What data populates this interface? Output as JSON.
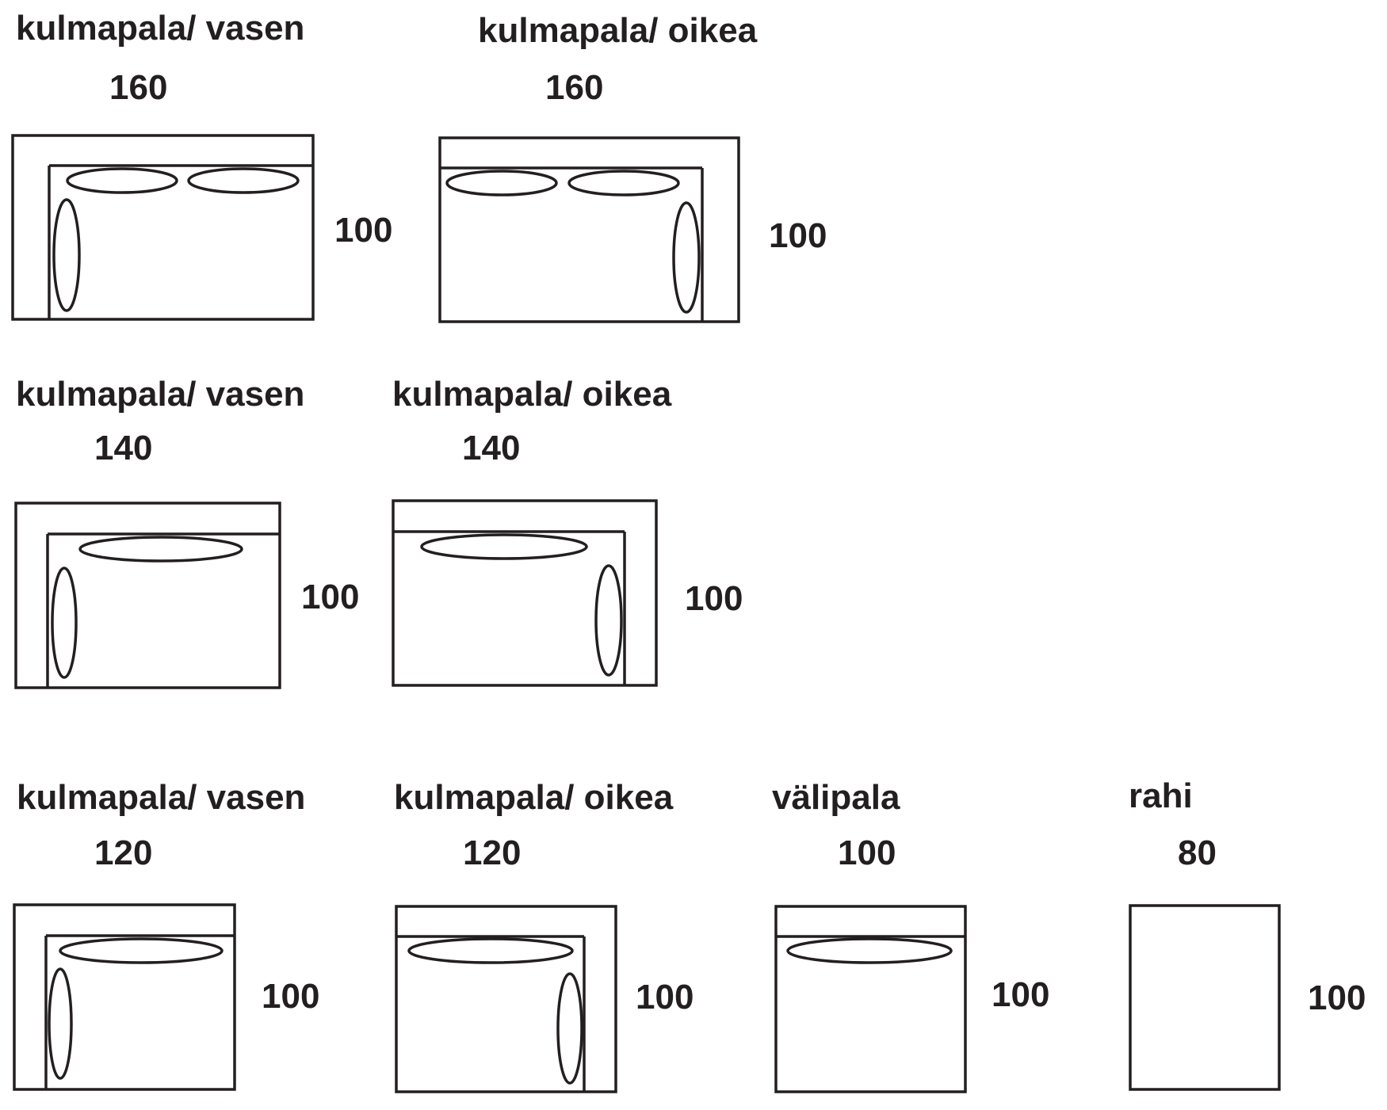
{
  "modules": [
    {
      "id": "corner-left-160",
      "title": "kulmapala/ vasen",
      "width": "160",
      "depth": "100"
    },
    {
      "id": "corner-right-160",
      "title": "kulmapala/ oikea",
      "width": "160",
      "depth": "100"
    },
    {
      "id": "corner-left-140",
      "title": "kulmapala/ vasen",
      "width": "140",
      "depth": "100"
    },
    {
      "id": "corner-right-140",
      "title": "kulmapala/ oikea",
      "width": "140",
      "depth": "100"
    },
    {
      "id": "corner-left-120",
      "title": "kulmapala/ vasen",
      "width": "120",
      "depth": "100"
    },
    {
      "id": "corner-right-120",
      "title": "kulmapala/ oikea",
      "width": "120",
      "depth": "100"
    },
    {
      "id": "middle-100",
      "title": "välipala",
      "width": "100",
      "depth": "100"
    },
    {
      "id": "footstool-80",
      "title": "rahi",
      "width": "80",
      "depth": "100"
    }
  ],
  "colors": {
    "line": "#231f20",
    "background": "#ffffff"
  }
}
